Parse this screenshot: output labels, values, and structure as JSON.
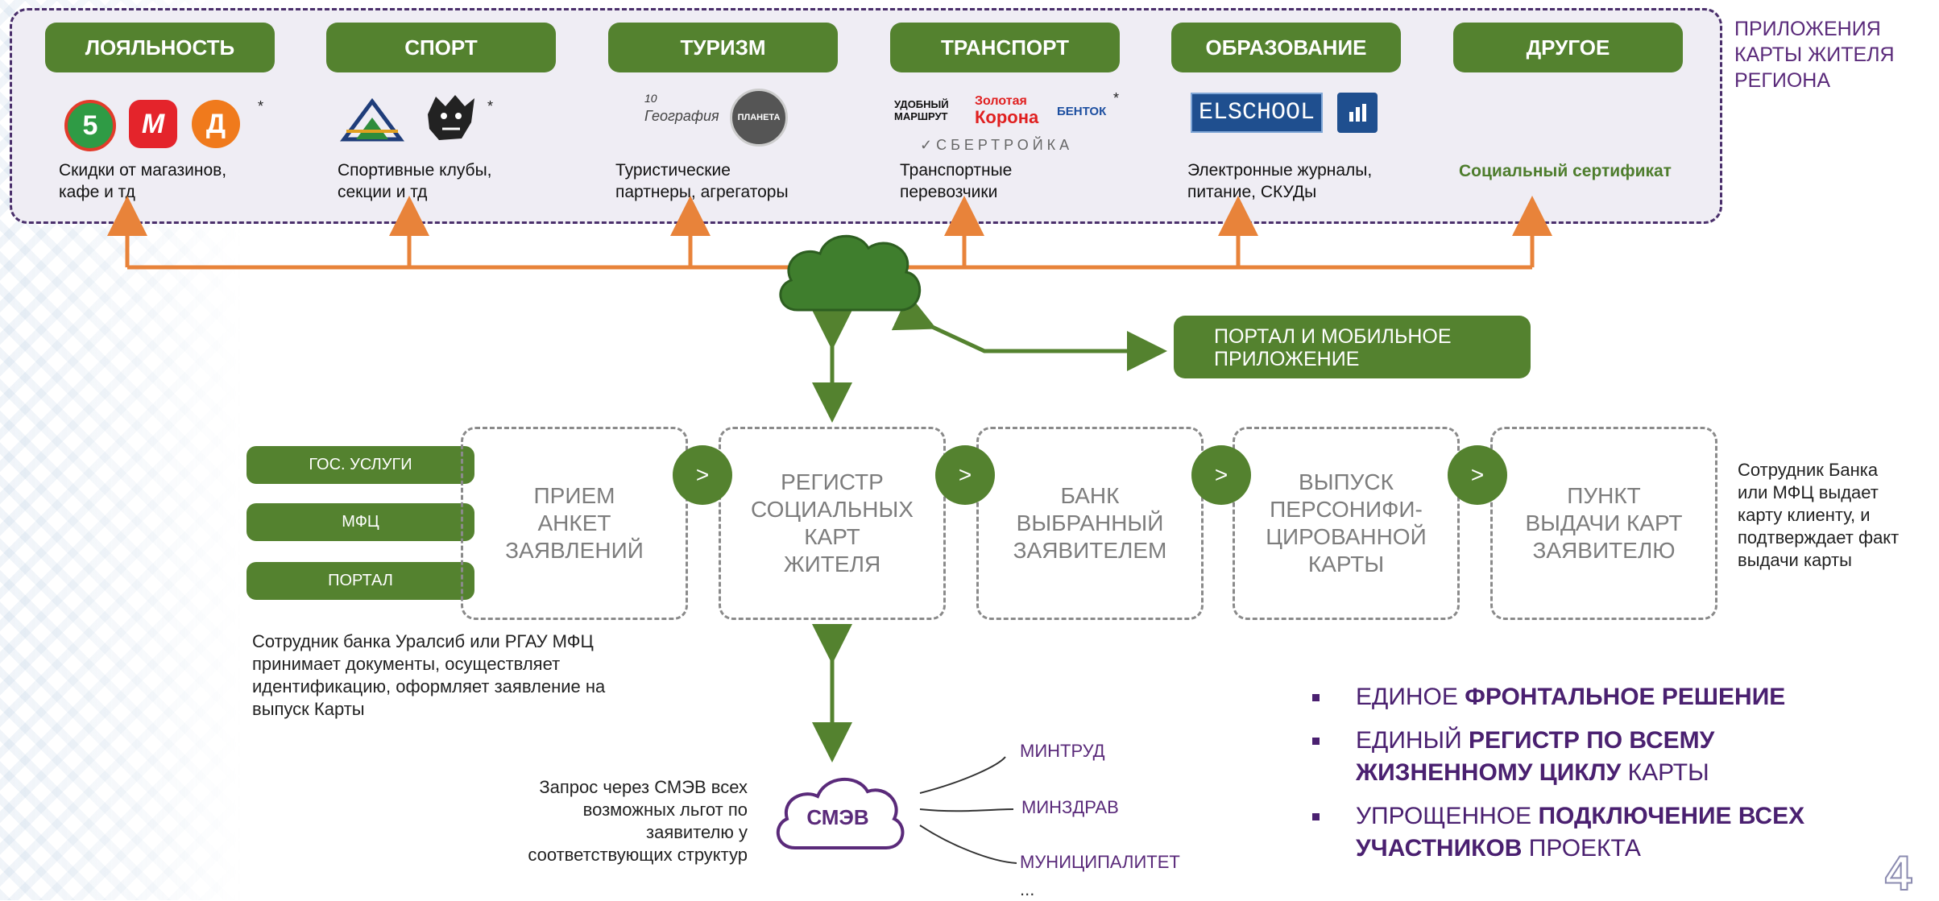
{
  "apps_title": "ПРИЛОЖЕНИЯ\nКАРТЫ ЖИТЕЛЯ\nРЕГИОНА",
  "categories": [
    {
      "label": "ЛОЯЛЬНОСТЬ",
      "desc": "Скидки от магазинов,\nкафе и тд"
    },
    {
      "label": "СПОРТ",
      "desc": "Спортивные клубы,\nсекции и тд"
    },
    {
      "label": "ТУРИЗМ",
      "desc": "Туристические\nпартнеры, агрегаторы"
    },
    {
      "label": "ТРАНСПОРТ",
      "desc": "Транспортные\nперевозчики"
    },
    {
      "label": "ОБРАЗОВАНИЕ",
      "desc": "Электронные журналы,\nпитание, СКУДы"
    },
    {
      "label": "ДРУГОЕ",
      "desc": "Социальный сертификат"
    }
  ],
  "logos": {
    "pyaterochka": "5",
    "magnit": "М",
    "dixy": "Д",
    "asterisk": "*",
    "geography_top": "10",
    "geography": "География",
    "planet": "ПЛАНЕТА",
    "udobny_1": "УДОБНЫЙ",
    "udobny_2": "МАРШРУТ",
    "zolotaya_1": "Золотая",
    "zolotaya_2": "Корона",
    "bentok": "БЕНТОК",
    "sbertroika": "СБЕРТРОЙКА",
    "elschool": "ELSCHOOL"
  },
  "portal": "ПОРТАЛ И МОБИЛЬНОЕ\nПРИЛОЖЕНИЕ",
  "channels": [
    "ГОС. УСЛУГИ",
    "МФЦ",
    "ПОРТАЛ"
  ],
  "steps": [
    "ПРИЕМ\nАНКЕТ\nЗАЯВЛЕНИЙ",
    "РЕГИСТР\nСОЦИАЛЬНЫХ\nКАРТ\nЖИТЕЛЯ",
    "БАНК\nВЫБРАННЫЙ\nЗАЯВИТЕЛЕМ",
    "ВЫПУСК\nПЕРСОНИФИ-\nЦИРОВАННОЙ\nКАРТЫ",
    "ПУНКТ\nВЫДАЧИ КАРТ\nЗАЯВИТЕЛЮ"
  ],
  "gt_symbol": ">",
  "bank_note": "Сотрудник Банка\nили МФЦ выдает\nкарту клиенту, и\nподтверждает факт\nвыдачи карты",
  "employee_note": "Сотрудник банка Уралсиб или РГАУ МФЦ\nпринимает документы, осуществляет\nидентификацию, оформляет заявление на\nвыпуск Карты",
  "smev_note": "Запрос через СМЭВ  всех\nвозможных льгот по\nзаявителю у\nсоответствующих  структур",
  "smev_label": "СМЭВ",
  "agencies": [
    "МИНТРУД",
    "МИНЗДРАВ",
    "МУНИЦИПАЛИТЕТ",
    "..."
  ],
  "bullets": [
    {
      "pre": "ЕДИНОЕ ",
      "bold": "ФРОНТАЛЬНОЕ РЕШЕНИЕ",
      "post": ""
    },
    {
      "pre": "ЕДИНЫЙ ",
      "bold": "РЕГИСТР ПО ВСЕМУ ЖИЗНЕННОМУ ЦИКЛУ",
      "post": " КАРТЫ"
    },
    {
      "pre": "УПРОЩЕННОЕ ",
      "bold": "ПОДКЛЮЧЕНИЕ ВСЕХ УЧАСТНИКОВ",
      "post": " ПРОЕКТА"
    }
  ],
  "page_number": "4",
  "colors": {
    "green": "#54822f",
    "purple": "#4a2f6b",
    "orange": "#e8833a",
    "gray": "#8a8a8a"
  }
}
